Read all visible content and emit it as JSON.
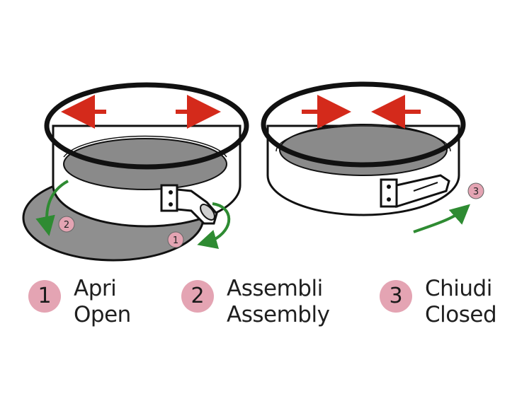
{
  "colors": {
    "outline": "#111111",
    "metal": "#ffffff",
    "base": "#8f8f8f",
    "arrow_red": "#d42a1b",
    "arrow_green": "#2e8b32",
    "badge": "#e4a4b3"
  },
  "icons": [
    "springform-pan-open-icon",
    "springform-pan-closed-icon",
    "red-arrow-icon",
    "green-curved-arrow-icon",
    "latch-icon"
  ],
  "diagram_labels": {
    "open_step": "1",
    "assembly_step": "2",
    "closed_step": "3"
  },
  "legend": [
    {
      "number": "1",
      "label_it": "Apri",
      "label_en": "Open"
    },
    {
      "number": "2",
      "label_it": "Assembli",
      "label_en": "Assembly"
    },
    {
      "number": "3",
      "label_it": "Chiudi",
      "label_en": "Closed"
    }
  ]
}
